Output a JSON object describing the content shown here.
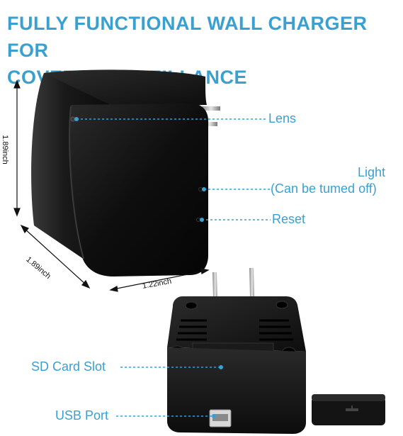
{
  "headline": {
    "line1": "FULLY FUNCTIONAL WALL CHARGER FOR",
    "line2": "COVERT SURVEILLANCE"
  },
  "callouts": {
    "lens": "Lens",
    "light": "Light",
    "light_note": "(Can be tumed off)",
    "reset": "Reset",
    "sd_card_slot": "SD Card Slot",
    "usb_port": "USB Port"
  },
  "dimensions": {
    "height": "1.89inch",
    "depth": "1.89inch",
    "width": "1.22inch"
  },
  "colors": {
    "accent": "#3aa0d0",
    "device": "#141414"
  }
}
